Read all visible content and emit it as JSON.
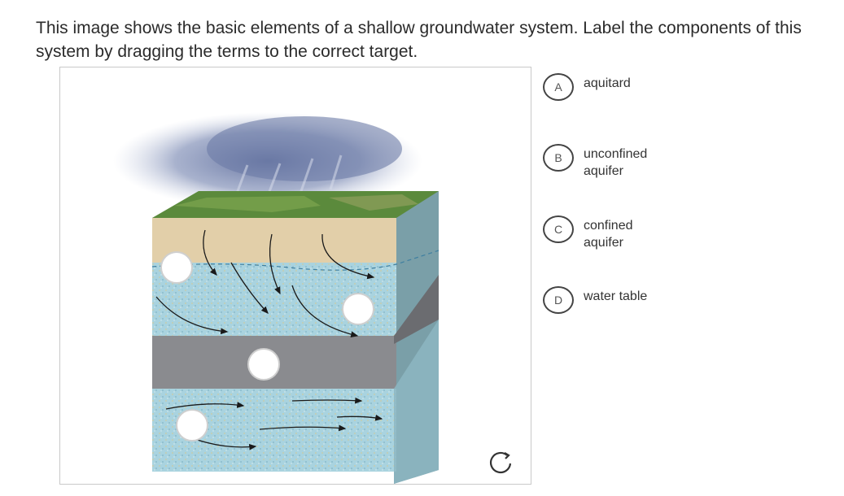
{
  "prompt": "This image shows the basic elements of a shallow groundwater system. Label the components of this system by dragging the terms to the correct target.",
  "terms": [
    {
      "letter": "A",
      "label": "aquitard"
    },
    {
      "letter": "B",
      "label": "unconfined aquifer"
    },
    {
      "letter": "C",
      "label": "confined aquifer"
    },
    {
      "letter": "D",
      "label": "water table"
    }
  ],
  "colors": {
    "aquifer": "#a9d3df",
    "aquitard": "#8a8b8f",
    "soil": "#e2cfa9",
    "grass": "#5b8a3c",
    "cloud": "#6f7fa8",
    "arrow": "#1a1a1a"
  },
  "icons": {
    "reset": "reset-icon"
  }
}
